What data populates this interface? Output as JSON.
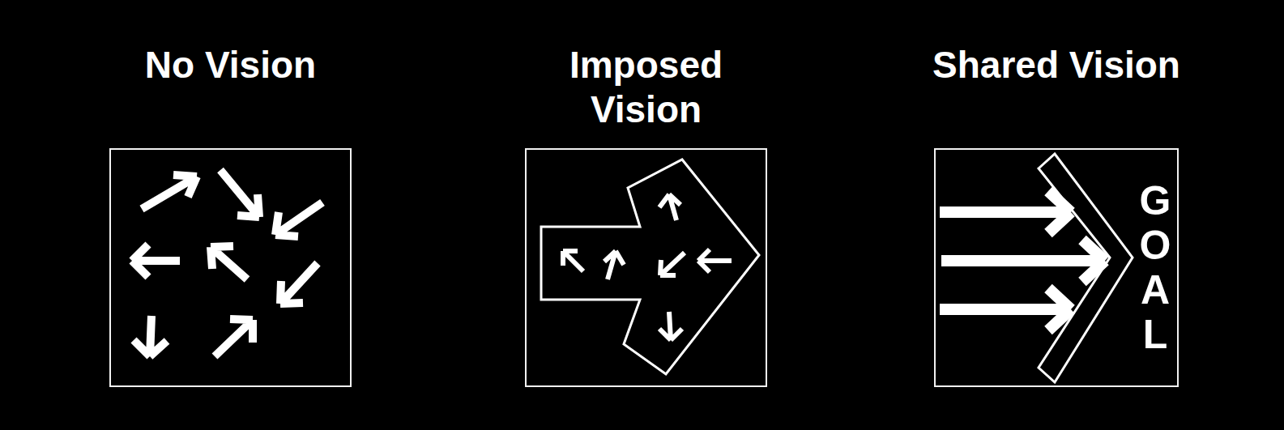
{
  "diagram": {
    "nodes": [
      {
        "text": [
          "No Vision"
        ]
      },
      {
        "text": [
          "Imposed Vision"
        ]
      },
      {
        "text": [
          "Shared Vision",
          "GOAL"
        ]
      }
    ]
  }
}
